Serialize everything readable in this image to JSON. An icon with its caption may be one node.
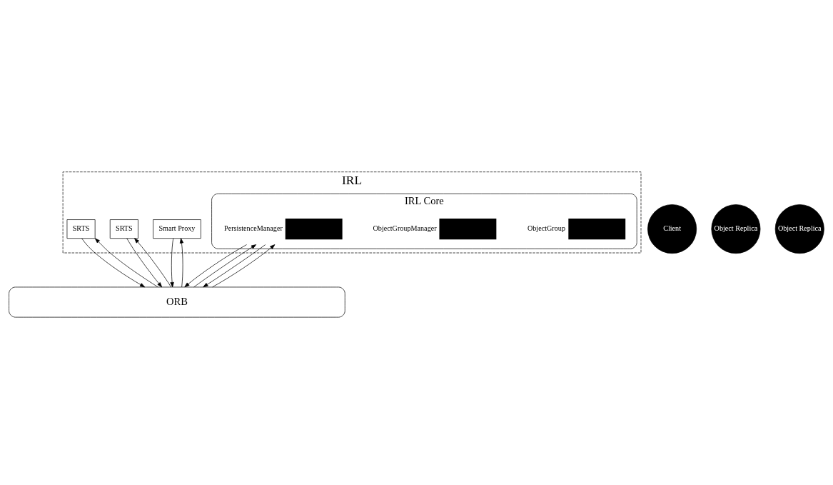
{
  "diagram": {
    "nodes": [
      {
        "text": [
          "IRL"
        ]
      },
      {
        "text": [
          "IRL Core"
        ],
        "in": 0
      },
      {
        "text": [
          "ObjectGroup"
        ],
        "in": 1
      },
      {
        "text": [
          "ObjectGroupManager"
        ],
        "in": 1
      },
      {
        "text": [
          "PersistenceManager"
        ],
        "in": 1
      },
      {
        "text": [
          "Client"
        ]
      },
      {
        "text": [
          "Object Replica"
        ]
      },
      {
        "text": [
          "Object Replica"
        ]
      },
      {
        "text": [
          "Smart Proxy"
        ],
        "in": 0
      },
      {
        "text": [
          "SRTS"
        ],
        "in": 0
      },
      {
        "text": [
          "SRTS"
        ],
        "in": 0
      },
      {
        "text": [
          "ORB"
        ]
      }
    ],
    "edges": [
      {
        "from": 8,
        "to": 11,
        "arrow": "to"
      },
      {
        "from": 11,
        "to": 8,
        "arrow": "to"
      },
      {
        "from": 4,
        "to": 11,
        "arrow": "to"
      },
      {
        "from": 11,
        "to": 4,
        "arrow": "to"
      },
      {
        "from": 4,
        "to": 11,
        "arrow": "to"
      },
      {
        "from": 11,
        "to": 4,
        "arrow": "to"
      },
      {
        "from": 9,
        "to": 11,
        "arrow": "to"
      },
      {
        "from": 11,
        "to": 9,
        "arrow": "to"
      },
      {
        "from": 10,
        "to": 11,
        "arrow": "to"
      },
      {
        "from": 11,
        "to": 10,
        "arrow": "to"
      }
    ]
  }
}
